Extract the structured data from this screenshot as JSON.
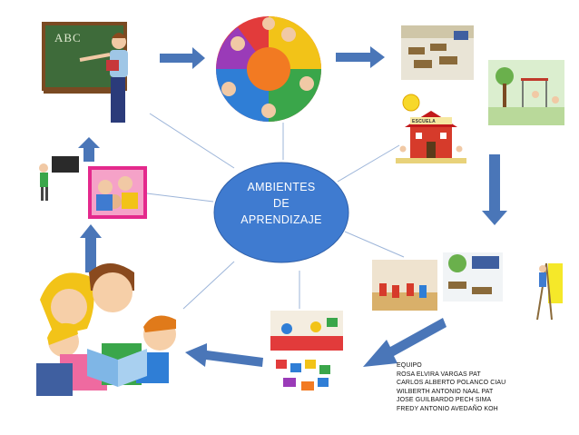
{
  "center": {
    "line1": "AMBIENTES",
    "line2": "DE",
    "line3": "APRENDIZAJE",
    "fill": "#3f7bd0"
  },
  "team": {
    "heading": "EQUIPO",
    "members": [
      "ROSA ELVIRA VARGAS PAT",
      "CARLOS ALBERTO POLANCO CIAU",
      "WILBERTH ANTONIO NAAL PAT",
      "JOSE GUILBARDO PECH SIMA",
      "FREDY ANTONIO  AVEDAÑO KOH"
    ]
  },
  "illustrations": {
    "chalkboard_text": "ABC",
    "school_sign": "ESCUELA"
  },
  "colors": {
    "arrow_fill": "#4a76b8",
    "connector": "#9db5d9"
  }
}
